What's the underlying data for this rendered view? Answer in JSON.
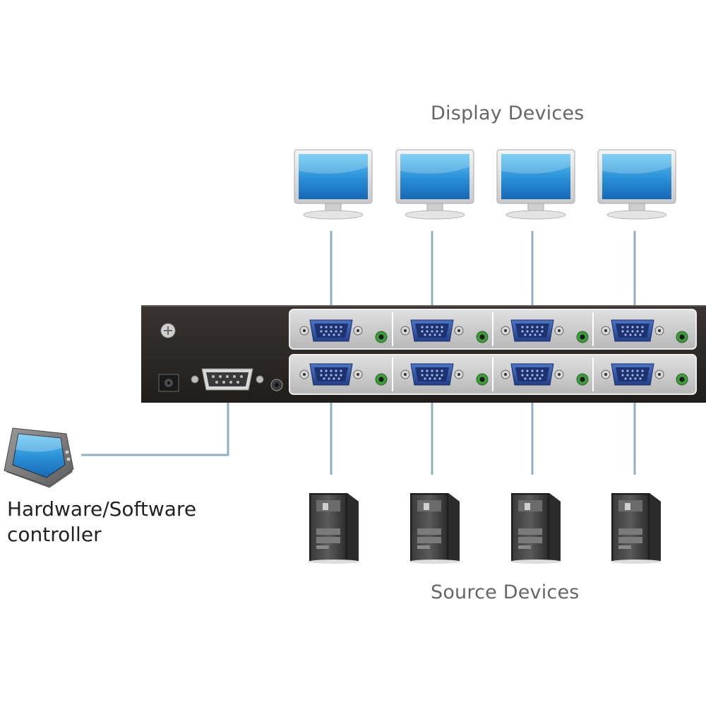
{
  "labels": {
    "display_devices": "Display Devices",
    "source_devices": "Source Devices",
    "controller_line1": "Hardware/Software",
    "controller_line2": "controller"
  },
  "nodes": {
    "displays": [
      {
        "name": "display-monitor-1-icon"
      },
      {
        "name": "display-monitor-2-icon"
      },
      {
        "name": "display-monitor-3-icon"
      },
      {
        "name": "display-monitor-4-icon"
      }
    ],
    "sources": [
      {
        "name": "source-tower-pc-1-icon"
      },
      {
        "name": "source-tower-pc-2-icon"
      },
      {
        "name": "source-tower-pc-3-icon"
      },
      {
        "name": "source-tower-pc-4-icon"
      }
    ],
    "switch": {
      "name": "vga-matrix-switch"
    },
    "controller": {
      "name": "touch-panel-controller-icon"
    }
  },
  "colors": {
    "cable": "#8fb0c0",
    "chassis": "#2e2a27",
    "port_panel": "#c9c9c9",
    "vga_blue": "#2d55a6",
    "audio_green": "#3f9a3c",
    "screen_blue": "#2a8fd6"
  }
}
